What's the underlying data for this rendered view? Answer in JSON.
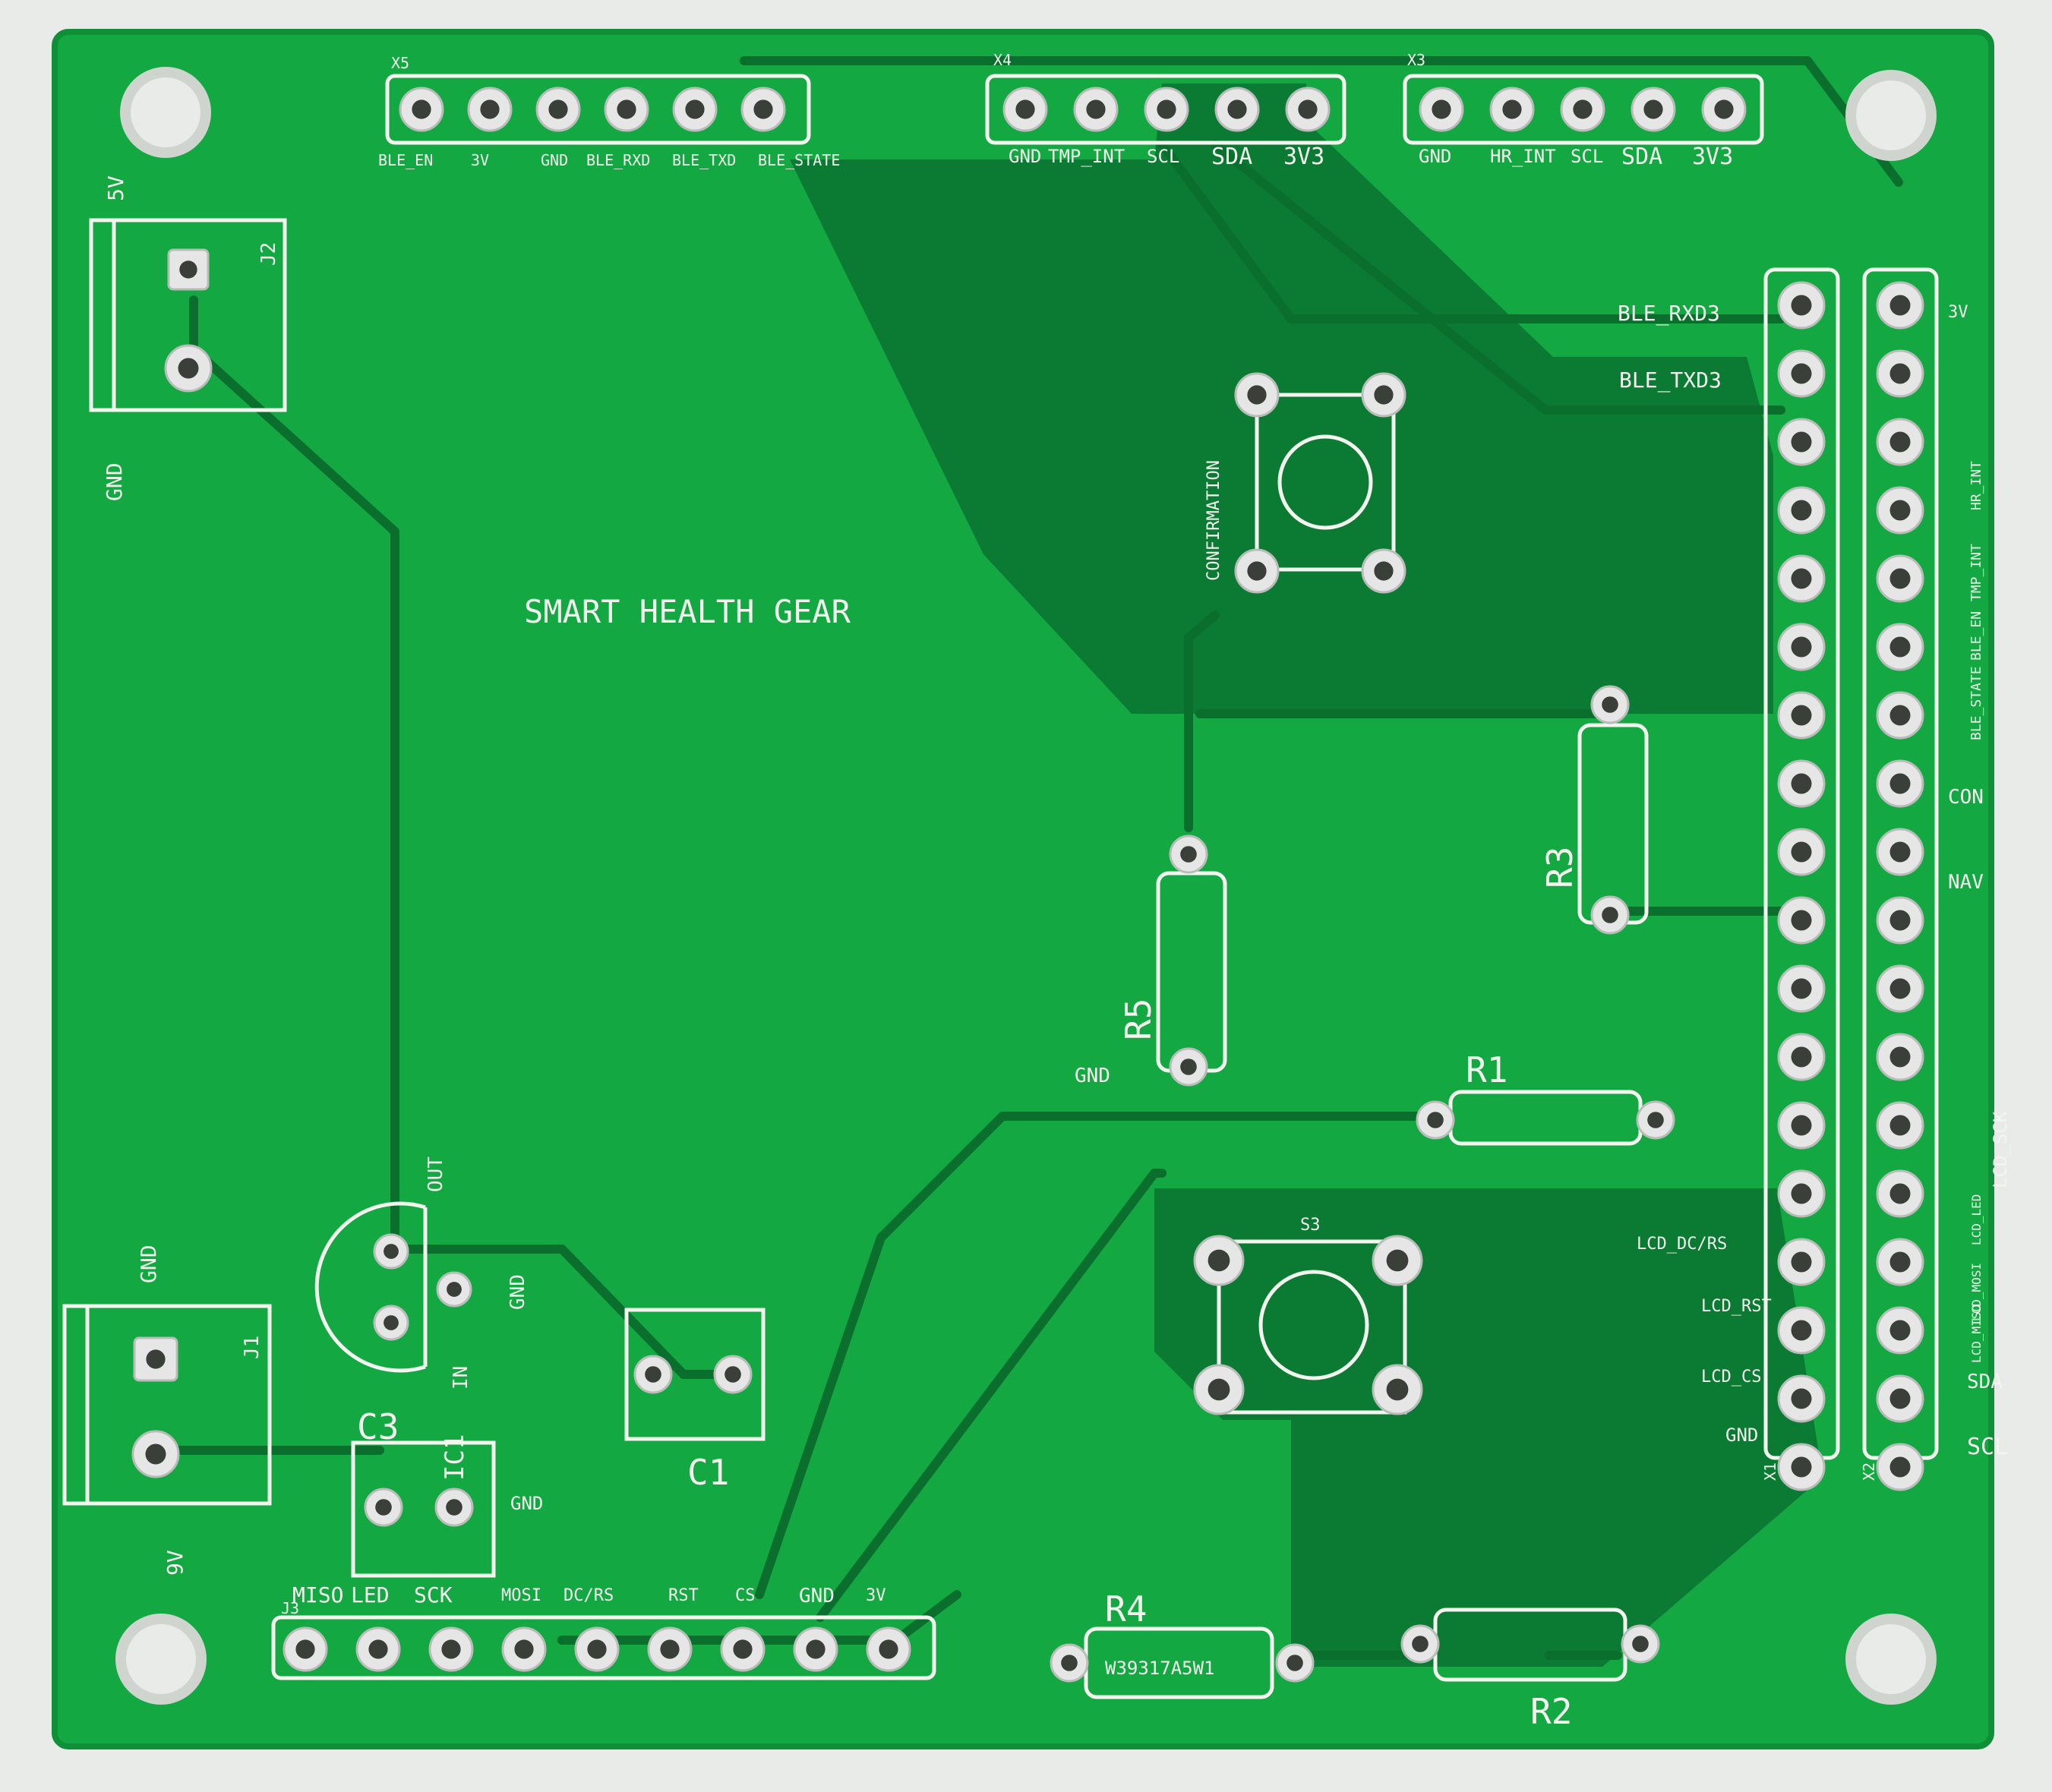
{
  "colors": {
    "background": "#e9ebe8",
    "board": "#14a842",
    "board_edge": "#0f8f37",
    "copper_fill": "#0b7a33",
    "trace": "#0a6e2d",
    "silkscreen": "#f2f6ef",
    "pad": "#e6e6e6",
    "hole": "#3a3f3a"
  },
  "board": {
    "title": "SMART HEALTH GEAR"
  },
  "headers": {
    "x5": {
      "ref": "X5",
      "labels": [
        "BLE_EN",
        "3V",
        "GND",
        "BLE_RXD",
        "BLE_TXD",
        "BLE_STATE"
      ]
    },
    "x4": {
      "ref": "X4",
      "labels": [
        "GND",
        "TMP_INT",
        "SCL",
        "SDA",
        "3V3"
      ]
    },
    "x3": {
      "ref": "X3",
      "labels": [
        "GND",
        "HR_INT",
        "SCL",
        "SDA",
        "3V3"
      ]
    },
    "j3": {
      "ref": "J3",
      "labels": [
        "MISO",
        "LED",
        "SCK",
        "MOSI",
        "DC/RS",
        "RST",
        "CS",
        "GND",
        "3V"
      ]
    },
    "x1": {
      "ref": "X1",
      "labels": [
        "BLE_RXD3",
        "BLE_TXD3",
        "LCD_DC/RS",
        "LCD_RST",
        "LCD_CS",
        "GND"
      ]
    },
    "x2": {
      "ref": "X2",
      "labels": [
        "3V",
        "HR_INT",
        "TMP_INT",
        "BLE_EN",
        "BLE_STATE",
        "CON",
        "NAV",
        "LCD_SCK",
        "LCD_MOSI",
        "LCD_LED",
        "LCD_MISO",
        "SDA",
        "SCL"
      ]
    }
  },
  "components": {
    "j1": {
      "ref": "J1",
      "top_label": "GND",
      "bottom_label": "9V"
    },
    "j2": {
      "ref": "J2",
      "top_label": "5V",
      "bottom_label": "GND"
    },
    "ic1": {
      "ref": "IC1",
      "out_label": "OUT",
      "gnd_label": "GND",
      "in_label": "IN"
    },
    "c1": {
      "ref": "C1"
    },
    "c3": {
      "ref": "C3",
      "gnd_label": "GND"
    },
    "r1": {
      "ref": "R1"
    },
    "r2": {
      "ref": "R2"
    },
    "r3": {
      "ref": "R3"
    },
    "r4": {
      "ref": "R4",
      "marking": "W39317A5W1"
    },
    "r5": {
      "ref": "R5",
      "gnd_label": "GND"
    },
    "s1": {
      "label": "CONFIRMATION"
    },
    "s3": {
      "ref": "S3"
    }
  }
}
